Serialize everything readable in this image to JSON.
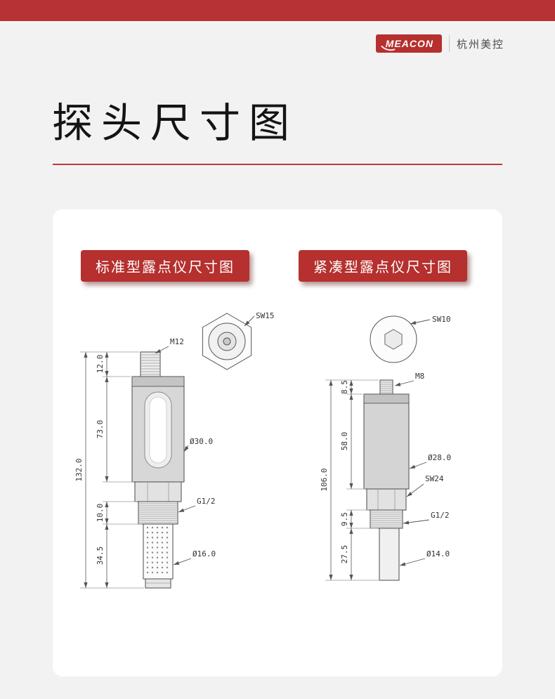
{
  "colors": {
    "topbar": "#b73235",
    "accent": "#b5302e",
    "underline": "#c03a3c"
  },
  "header": {
    "brand": "MEACON",
    "brand_cn": "杭州美控"
  },
  "title": "探头尺寸图",
  "standard": {
    "badge": "标准型露点仪尺寸图",
    "top_view": "SW15",
    "labels": {
      "stud": "M12",
      "body": "Ø30.0",
      "thread": "G1/2",
      "filter": "Ø16.0"
    },
    "dims": {
      "overall": "132.0",
      "stud": "12.0",
      "body": "73.0",
      "thread": "10.0",
      "filter": "34.5"
    }
  },
  "compact": {
    "badge": "紧凑型露点仪尺寸图",
    "top_view": "SW10",
    "labels": {
      "stud": "M8",
      "body": "Ø28.0",
      "nut": "SW24",
      "thread": "G1/2",
      "tube": "Ø14.0"
    },
    "dims": {
      "overall": "106.0",
      "stud": "8.5",
      "body": "58.0",
      "thread": "9.5",
      "tube": "27.5"
    }
  }
}
